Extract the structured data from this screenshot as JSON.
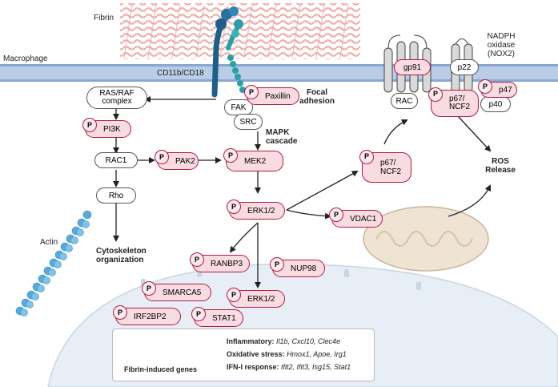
{
  "labels": {
    "fibrin": "Fibrin",
    "macrophage": "Macrophage",
    "receptor": "CD11b/CD18",
    "nadph_line1": "NADPH",
    "nadph_line2": "oxidase",
    "nadph_line3": "(NOX2)",
    "focal_line1": "Focal",
    "focal_line2": "adhesion",
    "mapk_line1": "MAPK",
    "mapk_line2": "cascade",
    "ros_line1": "ROS",
    "ros_line2": "Release",
    "actin": "Actin",
    "cytoskeleton_line1": "Cytoskeleton",
    "cytoskeleton_line2": "organization",
    "phospho": "P"
  },
  "plain_nodes": {
    "ras_raf_line1": "RAS/RAF",
    "ras_raf_line2": "complex",
    "rac1": "RAC1",
    "rho": "Rho",
    "fak": "FAK",
    "src": "SRC",
    "gp91": "gp91",
    "p22": "p22",
    "rac": "RAC",
    "p40": "p40"
  },
  "phospho_nodes": {
    "paxillin": "Paxillin",
    "pi3k": "PI3K",
    "pak2": "PAK2",
    "mek2": "MEK2",
    "erk": "ERK1/2",
    "p67_line1": "p67/",
    "p67_line2": "NCF2",
    "p47": "p47",
    "p67_mem_line1": "p67/",
    "p67_mem_line2": "NCF2",
    "vdac1": "VDAC1",
    "ranbp3": "RANBP3",
    "nup98": "NUP98",
    "smarca5": "SMARCA5",
    "erk_nuc": "ERK1/2",
    "irf2bp2": "IRF2BP2",
    "stat1": "STAT1"
  },
  "legend": {
    "caption": "Fibrin-induced genes",
    "inflammatory_title": "Inflammatory:",
    "inflammatory_genes": "Il1b, Cxcl10, Clec4e",
    "oxidative_title": "Oxidative stress:",
    "oxidative_genes": "Hmox1, Apoe, Irg1",
    "ifn_title": "IFN-I response:",
    "ifn_genes": "Ifit2, Ifit3, Isg15, Stat1"
  },
  "colors": {
    "membrane": "#9db7d8",
    "phospho_fill": "#f9dbe2",
    "phospho_border": "#b21a45",
    "fibrin": "#f2a9a5",
    "actin": "#5aa9dc",
    "receptor_dark": "#1e5f8a",
    "receptor_teal": "#2a9fa8",
    "nucleus": "#e6ecf3",
    "mitochondrion": "#efe3d3"
  }
}
